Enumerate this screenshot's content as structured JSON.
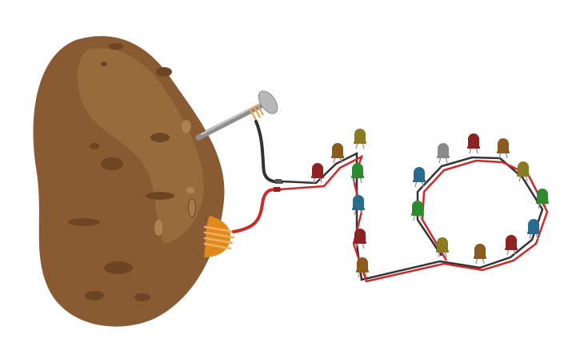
{
  "scene": {
    "background": "#ffffff",
    "potato": {
      "body": "#8a5a33",
      "highlight": "#a0703f",
      "spots": "#6e4523"
    },
    "nail": {
      "shaft": "#8e8e8e",
      "head": "#b8b8b8",
      "coil": "#f0a04b"
    },
    "copper_coil": "#e08a1e",
    "wire_colors": {
      "negative": "#333333",
      "positive": "#cc2a2a",
      "leg": "#9a9a9a"
    },
    "led_colors": {
      "red": "#8e2222",
      "brown": "#8a5a1e",
      "olive": "#8a7a22",
      "green": "#2e8a2e",
      "blue": "#2a6a8e",
      "gray": "#8a8a8a"
    },
    "leds": [
      "red",
      "brown",
      "olive",
      "green",
      "blue",
      "red",
      "brown",
      "blue",
      "green",
      "gray",
      "red",
      "brown",
      "olive",
      "green",
      "blue",
      "red",
      "brown",
      "olive"
    ]
  }
}
